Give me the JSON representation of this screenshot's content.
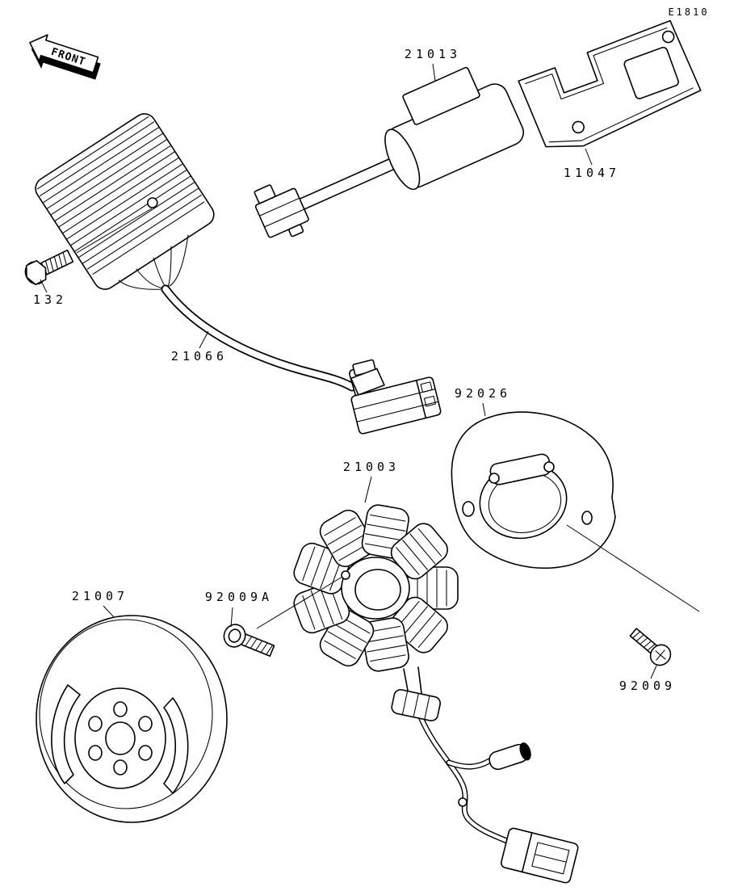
{
  "diagram": {
    "code": "E1810",
    "front_banner": "FRONT",
    "ink_color": "#000000",
    "paper_color": "#ffffff",
    "labels": {
      "coil_assy": "21013",
      "bracket": "11047",
      "bolt_small": "132",
      "lead_wire": "21066",
      "cover_plate": "92026",
      "stator": "21003",
      "flywheel": "21007",
      "bolt_flanged": "92009A",
      "screw": "92009"
    }
  }
}
